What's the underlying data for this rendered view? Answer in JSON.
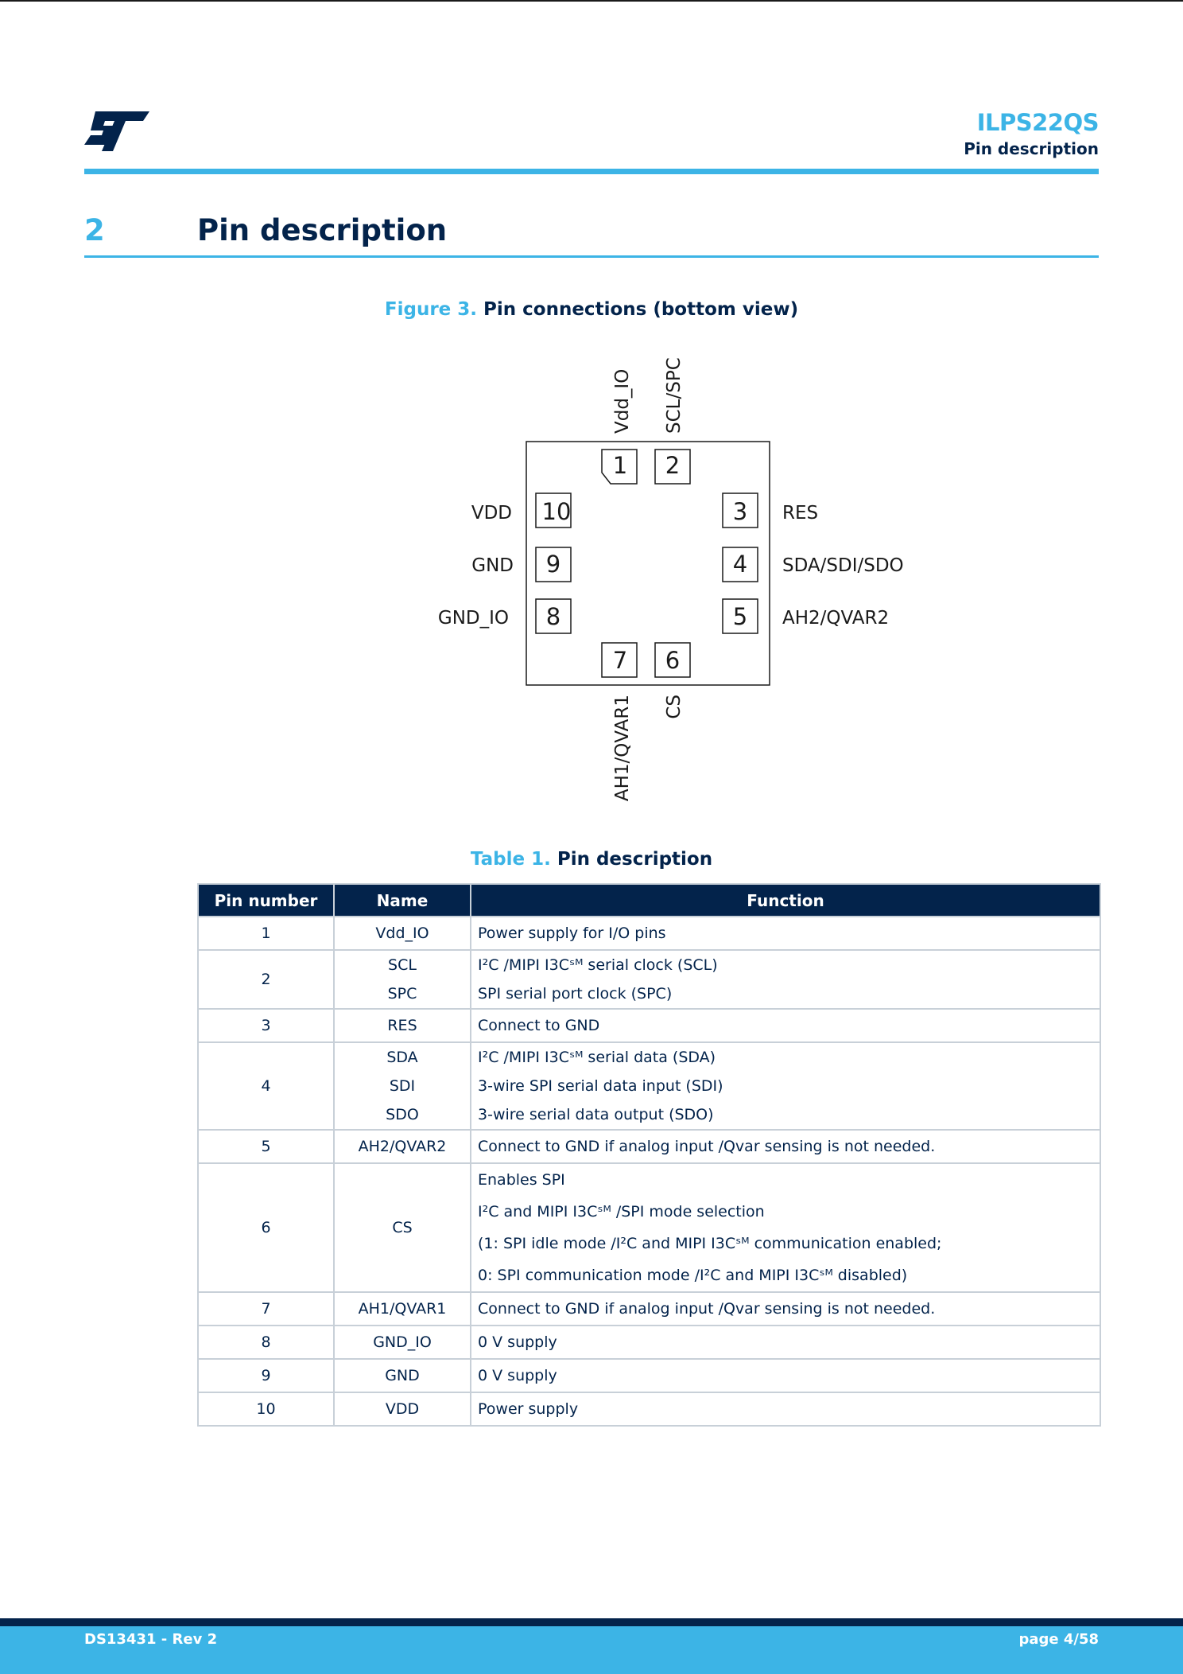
{
  "header": {
    "doc_title": "ILPS22QS",
    "section_name": "Pin description"
  },
  "section": {
    "number": "2",
    "title": "Pin description"
  },
  "figure": {
    "label": "Figure 3.",
    "title": "Pin connections (bottom view)",
    "pins": [
      {
        "num": "1",
        "name": "Vdd_IO"
      },
      {
        "num": "2",
        "name": "SCL/SPC"
      },
      {
        "num": "3",
        "name": "RES"
      },
      {
        "num": "4",
        "name": "SDA/SDI/SDO"
      },
      {
        "num": "5",
        "name": "AH2/QVAR2"
      },
      {
        "num": "6",
        "name": "CS"
      },
      {
        "num": "7",
        "name": "AH1/QVAR1"
      },
      {
        "num": "8",
        "name": "GND_IO"
      },
      {
        "num": "9",
        "name": "GND"
      },
      {
        "num": "10",
        "name": "VDD"
      }
    ]
  },
  "table": {
    "label": "Table 1.",
    "title": "Pin description",
    "headers": {
      "pin_number": "Pin number",
      "name": "Name",
      "function": "Function"
    },
    "rows": [
      {
        "pin": "1",
        "names": [
          "Vdd_IO"
        ],
        "functions": [
          "Power supply for I/O pins"
        ]
      },
      {
        "pin": "2",
        "names": [
          "SCL",
          "SPC"
        ],
        "functions": [
          "I²C /MIPI I3Cˢᴹ serial clock (SCL)",
          "SPI serial port clock (SPC)"
        ]
      },
      {
        "pin": "3",
        "names": [
          "RES"
        ],
        "functions": [
          "Connect to GND"
        ]
      },
      {
        "pin": "4",
        "names": [
          "SDA",
          "SDI",
          "SDO"
        ],
        "functions": [
          "I²C /MIPI I3Cˢᴹ serial data (SDA)",
          "3-wire SPI serial data input (SDI)",
          "3-wire serial data output (SDO)"
        ]
      },
      {
        "pin": "5",
        "names": [
          "AH2/QVAR2"
        ],
        "functions": [
          "Connect to GND if analog input /Qvar sensing is not needed."
        ]
      },
      {
        "pin": "6",
        "names": [
          "CS"
        ],
        "functions": [
          "Enables SPI",
          "I²C and MIPI I3Cˢᴹ /SPI mode selection",
          "(1: SPI idle mode /I²C and MIPI I3Cˢᴹ communication enabled;",
          "0: SPI communication mode /I²C and MIPI I3Cˢᴹ disabled)"
        ]
      },
      {
        "pin": "7",
        "names": [
          "AH1/QVAR1"
        ],
        "functions": [
          "Connect to GND if analog input /Qvar sensing is not needed."
        ]
      },
      {
        "pin": "8",
        "names": [
          "GND_IO"
        ],
        "functions": [
          "0 V supply"
        ]
      },
      {
        "pin": "9",
        "names": [
          "GND"
        ],
        "functions": [
          "0 V supply"
        ]
      },
      {
        "pin": "10",
        "names": [
          "VDD"
        ],
        "functions": [
          "Power supply"
        ]
      }
    ]
  },
  "footer": {
    "doc_id": "DS13431 - Rev 2",
    "page": "page 4/58"
  },
  "colors": {
    "brand_blue": "#3cb4e6",
    "navy": "#03234b",
    "table_border": "#c8d0d8"
  }
}
